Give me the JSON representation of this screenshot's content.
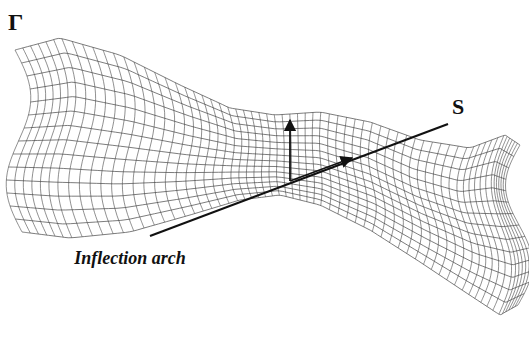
{
  "diagram": {
    "labels": [
      "Γ",
      "S",
      "Inflection arch"
    ]
  }
}
